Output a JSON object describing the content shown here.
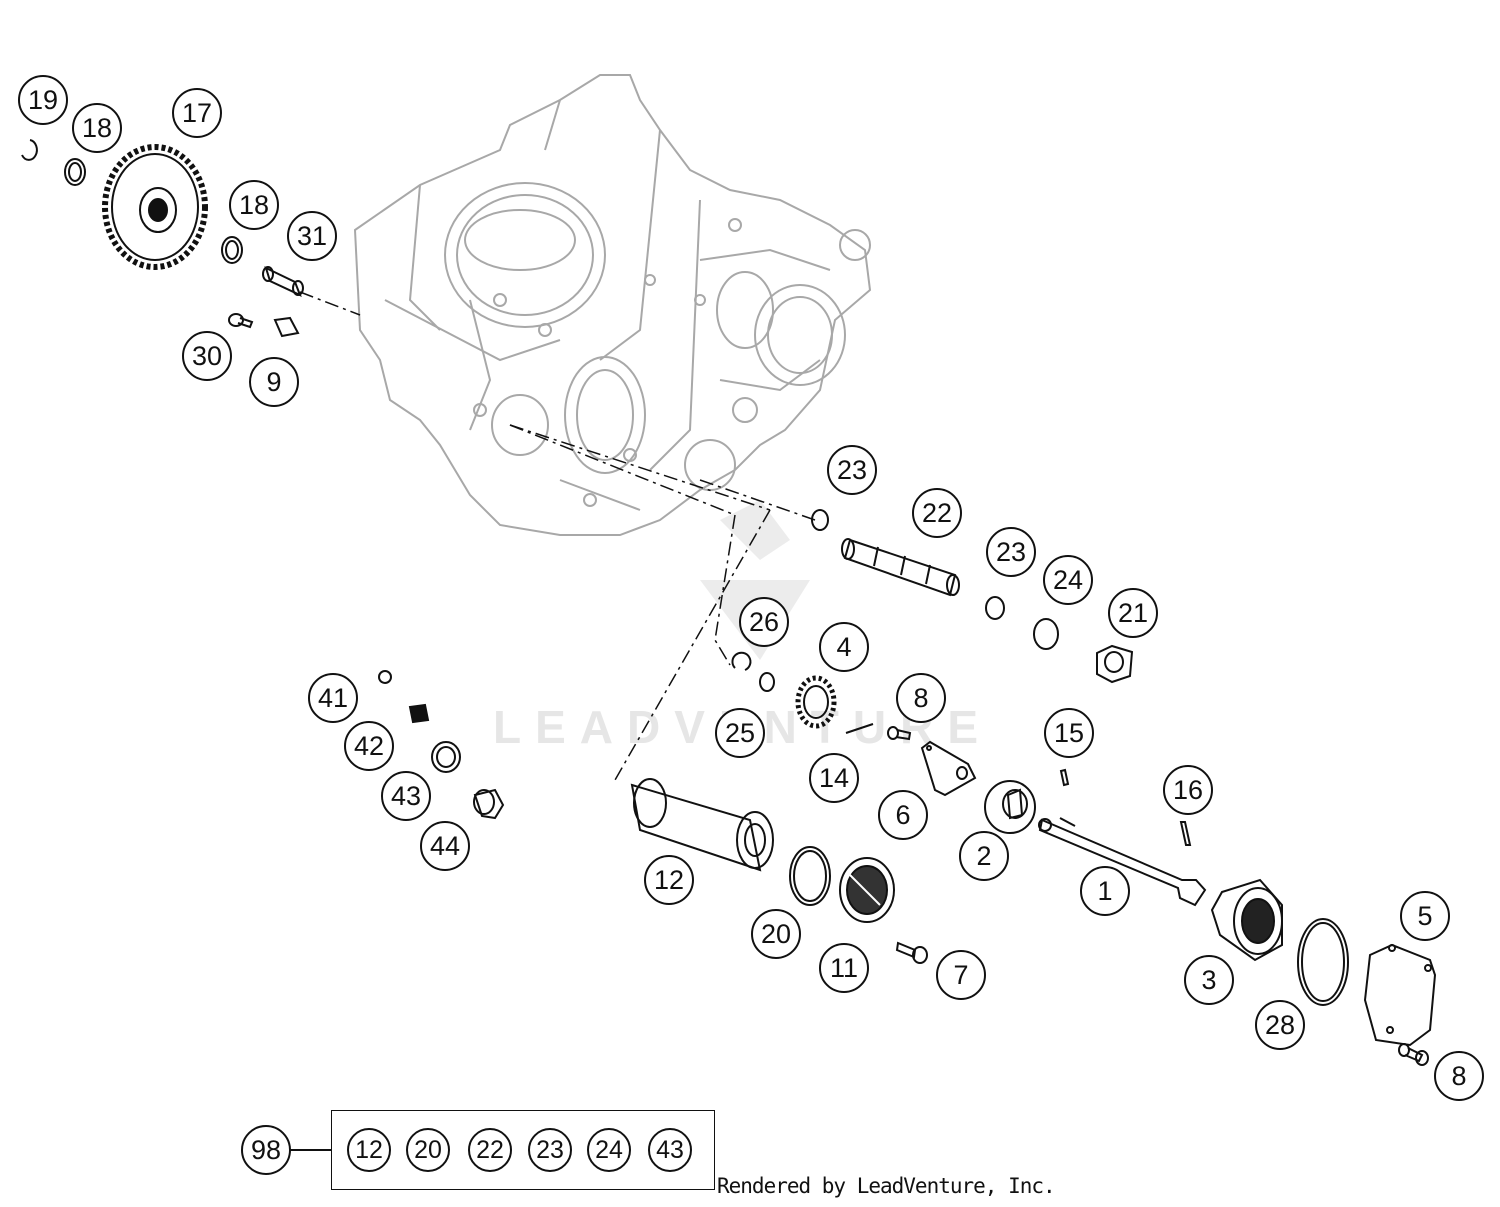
{
  "credit": "Rendered by LeadVenture, Inc.",
  "watermark": "LEADVENTURE",
  "callouts": {
    "c19": "19",
    "c18a": "18",
    "c17": "17",
    "c18b": "18",
    "c31": "31",
    "c30": "30",
    "c9": "9",
    "c23a": "23",
    "c22": "22",
    "c23b": "23",
    "c24": "24",
    "c21": "21",
    "c26": "26",
    "c4": "4",
    "c8a": "8",
    "c25": "25",
    "c14": "14",
    "c6": "6",
    "c15": "15",
    "c16": "16",
    "c2": "2",
    "c1": "1",
    "c41": "41",
    "c42": "42",
    "c43": "43",
    "c44": "44",
    "c12": "12",
    "c20": "20",
    "c11": "11",
    "c7": "7",
    "c3": "3",
    "c5": "5",
    "c28": "28",
    "c8b": "8"
  },
  "kit": {
    "number": "98",
    "items": [
      "12",
      "20",
      "22",
      "23",
      "24",
      "43"
    ]
  }
}
